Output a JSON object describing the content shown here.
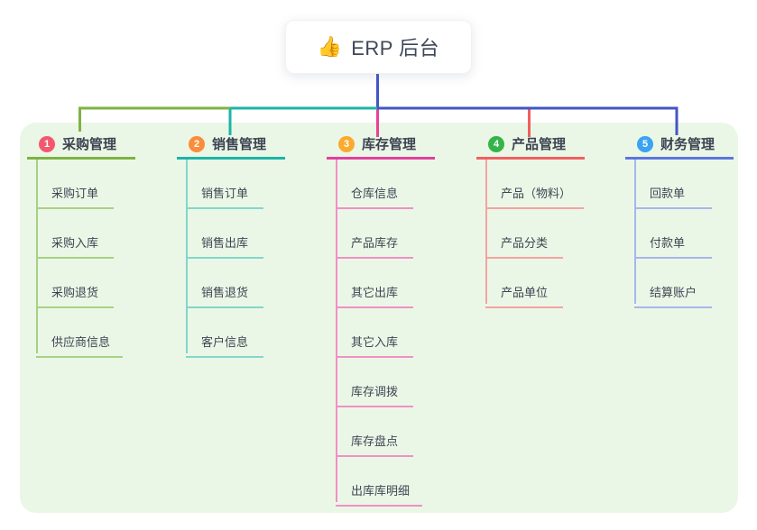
{
  "page": {
    "background": "#ffffff",
    "panel_background": "#ebf7e6"
  },
  "root": {
    "icon": "👍",
    "icon_name": "thumbs-up-icon",
    "title": "ERP 后台"
  },
  "connector_colors": {
    "trunk_blue": "#4355c4",
    "green": "#7db343",
    "teal": "#1db4a7",
    "magenta": "#e84198",
    "red": "#f15f5f",
    "blue": "#4355c4"
  },
  "branches": [
    {
      "num": "1",
      "title": "采购管理",
      "badge_color": "#f4586e",
      "line_color": "#7db343",
      "child_line_color": "#a7d184",
      "children": [
        "采购订单",
        "采购入库",
        "采购退货",
        "供应商信息"
      ]
    },
    {
      "num": "2",
      "title": "销售管理",
      "badge_color": "#fb8c3c",
      "line_color": "#1db4a7",
      "child_line_color": "#83d6cb",
      "children": [
        "销售订单",
        "销售出库",
        "销售退货",
        "客户信息"
      ]
    },
    {
      "num": "3",
      "title": "库存管理",
      "badge_color": "#fbaa2d",
      "line_color": "#e23f9e",
      "child_line_color": "#f090c6",
      "children": [
        "仓库信息",
        "产品库存",
        "其它出库",
        "其它入库",
        "库存调拨",
        "库存盘点",
        "出库库明细"
      ]
    },
    {
      "num": "4",
      "title": "产品管理",
      "badge_color": "#35b44a",
      "line_color": "#f15f5f",
      "child_line_color": "#f6a2a2",
      "children": [
        "产品（物料）",
        "产品分类",
        "产品单位"
      ]
    },
    {
      "num": "5",
      "title": "财务管理",
      "badge_color": "#3ba3f2",
      "line_color": "#5b76e0",
      "child_line_color": "#a6b6ee",
      "children": [
        "回款单",
        "付款单",
        "结算账户"
      ]
    }
  ]
}
